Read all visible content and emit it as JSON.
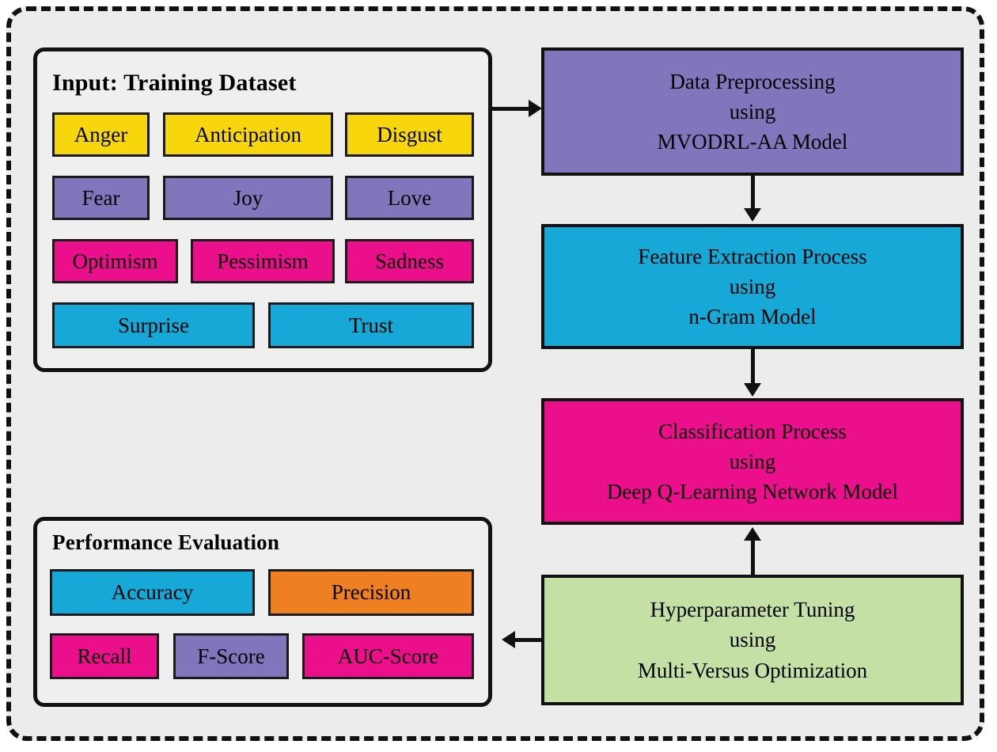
{
  "figure": {
    "background_color": "#ececec",
    "border_style": "dashed",
    "border_color": "#111111"
  },
  "palette": {
    "yellow": "#F7D70B",
    "purple": "#8375BC",
    "pink": "#EC0F8C",
    "cyan": "#16A8D6",
    "orange": "#EF8022",
    "green": "#C5E0A5",
    "panel_fill": "#EFEFEF",
    "outline": "#111111"
  },
  "input_panel": {
    "title": "Input: Training Dataset",
    "emotions": [
      {
        "label": "Anger",
        "color": "yellow"
      },
      {
        "label": "Anticipation",
        "color": "yellow"
      },
      {
        "label": "Disgust",
        "color": "yellow"
      },
      {
        "label": "Fear",
        "color": "purple"
      },
      {
        "label": "Joy",
        "color": "purple"
      },
      {
        "label": "Love",
        "color": "purple"
      },
      {
        "label": "Optimism",
        "color": "pink"
      },
      {
        "label": "Pessimism",
        "color": "pink"
      },
      {
        "label": "Sadness",
        "color": "pink"
      },
      {
        "label": "Surprise",
        "color": "cyan"
      },
      {
        "label": "Trust",
        "color": "cyan"
      }
    ]
  },
  "performance_panel": {
    "title": "Performance Evaluation",
    "metrics": [
      {
        "label": "Accuracy",
        "color": "cyan"
      },
      {
        "label": "Precision",
        "color": "orange"
      },
      {
        "label": "Recall",
        "color": "pink"
      },
      {
        "label": "F-Score",
        "color": "purple"
      },
      {
        "label": "AUC-Score",
        "color": "pink"
      }
    ]
  },
  "pipeline": {
    "steps": [
      {
        "id": "preprocessing",
        "color": "purple",
        "line1": "Data Preprocessing",
        "line2": "using",
        "line3": "MVODRL-AA Model"
      },
      {
        "id": "feature-extraction",
        "color": "cyan",
        "line1": "Feature Extraction Process",
        "line2": "using",
        "line3": "n-Gram Model"
      },
      {
        "id": "classification",
        "color": "pink",
        "line1": "Classification Process",
        "line2": "using",
        "line3": "Deep Q-Learning Network Model"
      },
      {
        "id": "hyperparameter-tuning",
        "color": "green",
        "line1": "Hyperparameter Tuning",
        "line2": "using",
        "line3": "Multi-Versus Optimization"
      }
    ]
  },
  "connectors": [
    {
      "name": "input-to-preprocessing",
      "direction": "right"
    },
    {
      "name": "preprocessing-to-feature-extraction",
      "direction": "down"
    },
    {
      "name": "feature-extraction-to-classification",
      "direction": "down"
    },
    {
      "name": "tuning-to-classification",
      "direction": "up"
    },
    {
      "name": "tuning-to-performance",
      "direction": "left"
    }
  ]
}
